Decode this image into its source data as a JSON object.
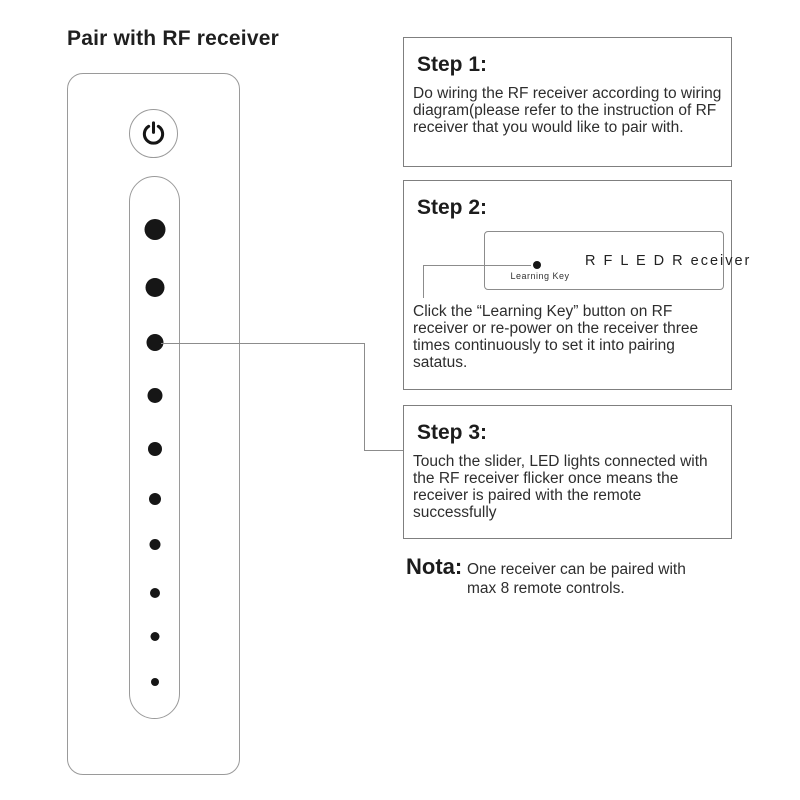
{
  "header": {
    "title": "Pair with RF receiver"
  },
  "remote": {
    "power_icon": "power-symbol",
    "slider_dot_count": 10
  },
  "steps": [
    {
      "heading": "Step 1:",
      "body": "Do wiring the RF receiver according to wiring diagram(please refer to the instruction of RF receiver that you would like to pair with."
    },
    {
      "heading": "Step 2:",
      "body": "Click the “Learning Key” button on RF receiver or re-power on the receiver three times continuously to set it into pairing satatus.",
      "receiver": {
        "label": "R F L E D R eceiver",
        "key_label": "Learning Key"
      }
    },
    {
      "heading": "Step 3:",
      "body": "Touch the slider, LED lights connected with the RF receiver flicker once means the receiver is paired with the remote successfully"
    }
  ],
  "note": {
    "label": "Nota:",
    "text": "One receiver can be paired with max 8 remote controls."
  },
  "colors": {
    "dot": "#161616",
    "box_border": "#7f7f7f",
    "remote_border": "#9a9a9a",
    "connector": "#8c8c8c",
    "text": "#2d2d2d"
  }
}
